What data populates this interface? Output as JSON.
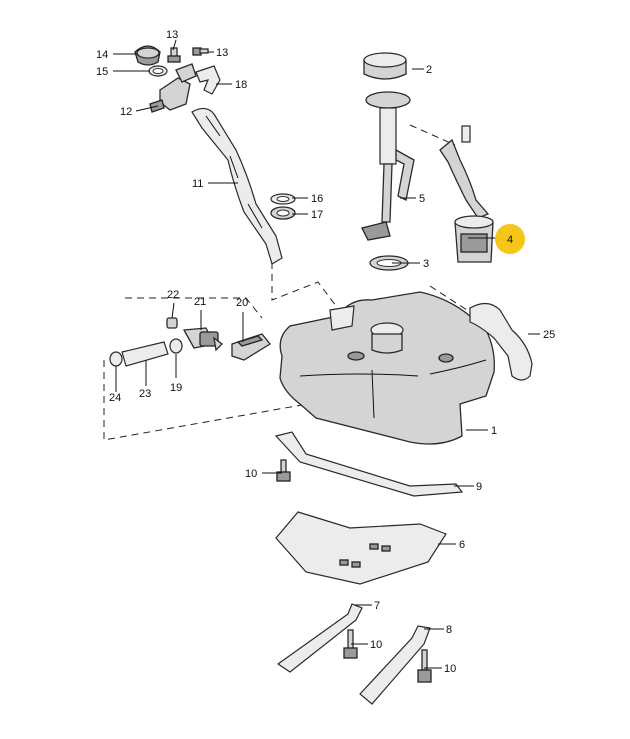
{
  "callouts": {
    "c1": "1",
    "c2": "2",
    "c3": "3",
    "c4": "4",
    "c5": "5",
    "c6": "6",
    "c7": "7",
    "c8": "8",
    "c9": "9",
    "c10a": "10",
    "c10b": "10",
    "c10c": "10",
    "c11": "11",
    "c12": "12",
    "c13a": "13",
    "c13b": "13",
    "c14": "14",
    "c15": "15",
    "c16": "16",
    "c17": "17",
    "c18": "18",
    "c19": "19",
    "c20": "20",
    "c21": "21",
    "c22": "22",
    "c23": "23",
    "c24": "24",
    "c25": "25"
  },
  "highlight": {
    "part": "4",
    "color": "#f5c518"
  }
}
